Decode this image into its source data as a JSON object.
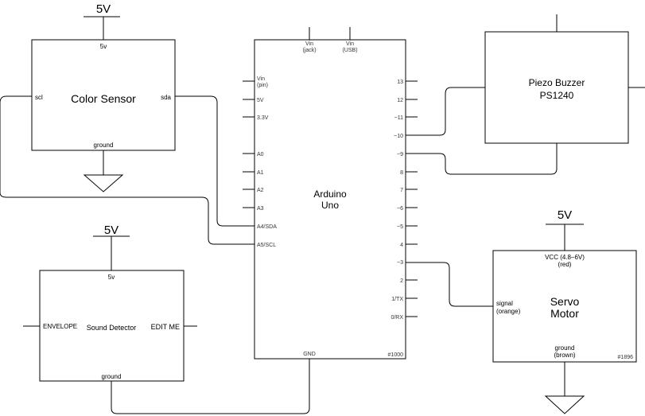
{
  "power": {
    "label": "5V"
  },
  "color_sensor": {
    "title": "Color Sensor",
    "pin_top": "5v",
    "pin_left": "scl",
    "pin_right": "sda",
    "pin_bottom": "ground"
  },
  "sound_detector": {
    "title": "Sound Detector",
    "pin_top": "5v",
    "pin_left": "ENVELOPE",
    "pin_right": "EDIT ME",
    "pin_bottom": "ground"
  },
  "arduino": {
    "title_line1": "Arduino",
    "title_line2": "Uno",
    "part_no": "#1000",
    "top_pins": [
      {
        "line1": "Vin",
        "line2": "(jack)"
      },
      {
        "line1": "Vin",
        "line2": "(USB)"
      }
    ],
    "left_pins": [
      {
        "line1": "Vin",
        "line2": "(pin)"
      },
      {
        "line1": "5V"
      },
      {
        "line1": "3.3V"
      },
      {
        "line1": "A0"
      },
      {
        "line1": "A1"
      },
      {
        "line1": "A2"
      },
      {
        "line1": "A3"
      },
      {
        "line1": "A4/SDA"
      },
      {
        "line1": "A5/SCL"
      }
    ],
    "right_pins": [
      "13",
      "12",
      "~11",
      "~10",
      "~9",
      "8",
      "7",
      "~6",
      "~5",
      "4",
      "~3",
      "2",
      "1/TX",
      "0/RX"
    ],
    "pin_bottom": "GND"
  },
  "piezo": {
    "title_line1": "Piezo Buzzer",
    "title_line2": "PS1240"
  },
  "servo": {
    "title_line1": "Servo",
    "title_line2": "Motor",
    "vcc_line1": "VCC (4.8–6V)",
    "vcc_line2": "(red)",
    "signal_line1": "signal",
    "signal_line2": "(orange)",
    "ground_line1": "ground",
    "ground_line2": "(brown)",
    "part_no": "#1896"
  }
}
